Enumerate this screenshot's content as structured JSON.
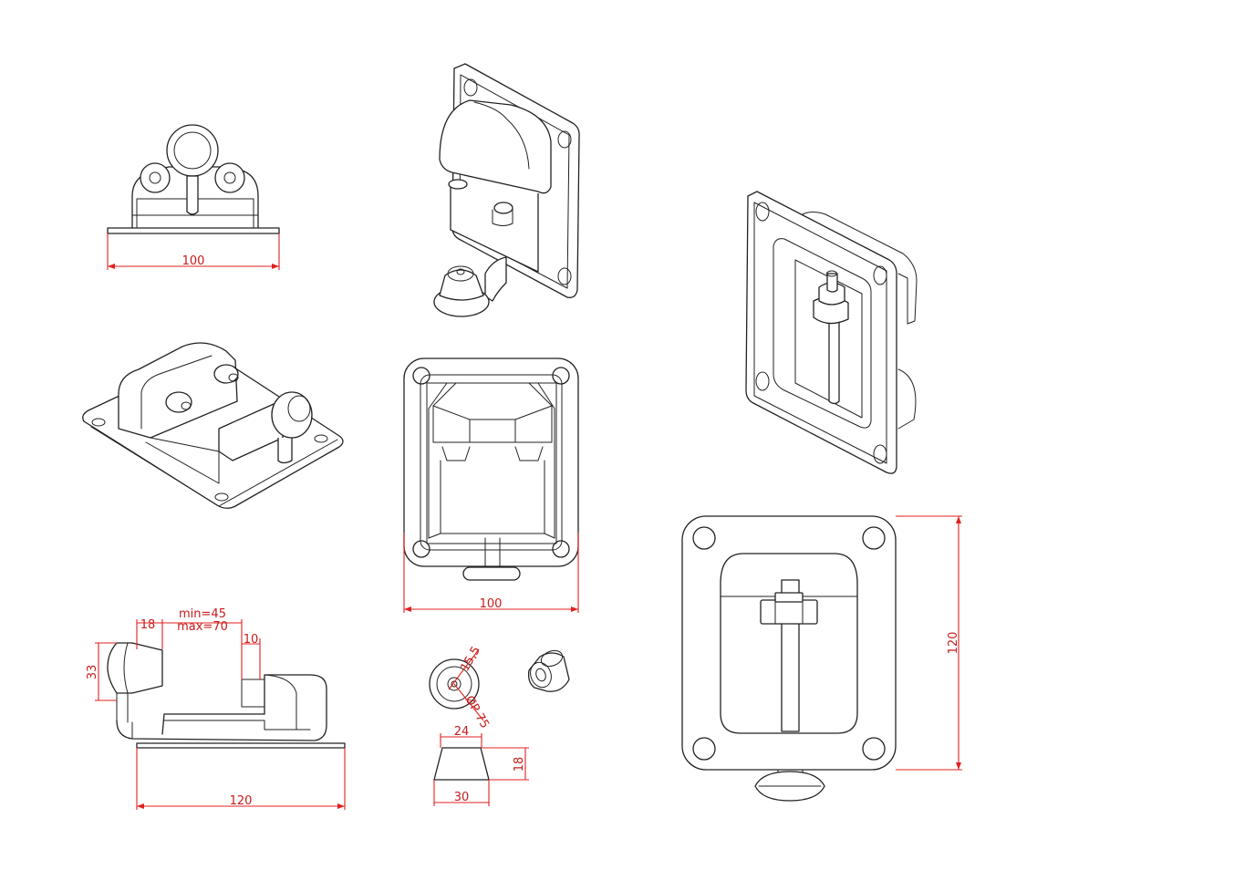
{
  "colors": {
    "line": "#222222",
    "dimension": "#e2201f",
    "background": "#ffffff"
  },
  "views": {
    "front_top_left": {
      "width_label": "100"
    },
    "front_center": {
      "width_label": "100"
    },
    "side": {
      "adjust_min": "min=45",
      "adjust_max": "max=70",
      "dim_18": "18",
      "dim_10": "10",
      "dim_33": "33",
      "dim_120": "120"
    },
    "bumper": {
      "diameter_inner": "15,5",
      "diameter_outer": "ØP 75",
      "top_width": "24",
      "bottom_width": "30",
      "height": "18"
    },
    "plan_right": {
      "height_label": "120"
    }
  }
}
